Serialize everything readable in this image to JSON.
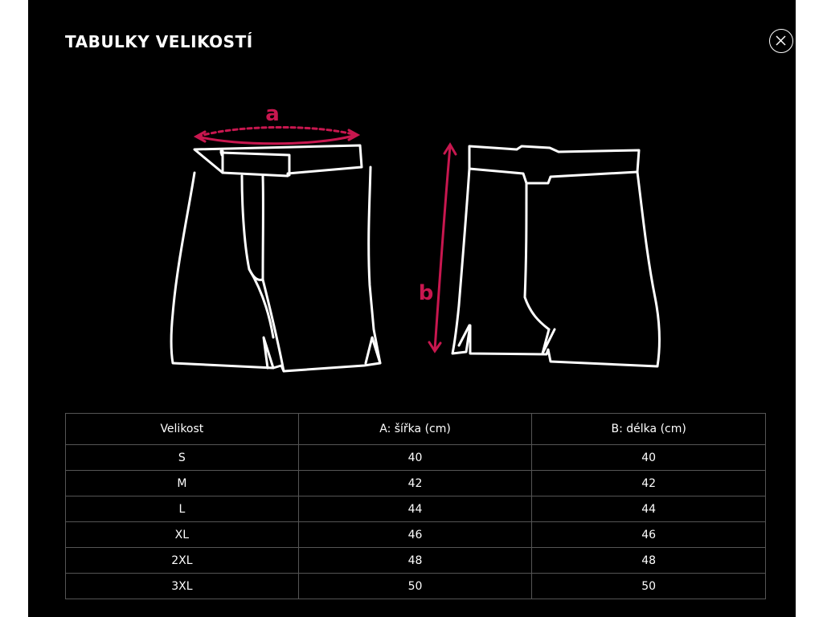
{
  "modal": {
    "title": "TABULKY VELIKOSTÍ",
    "close_icon": "close-icon"
  },
  "illustration": {
    "label_a": "a",
    "label_b": "b",
    "accent_color": "#c8174f",
    "outline_color": "#ffffff"
  },
  "table": {
    "headers": [
      "Velikost",
      "A: šířka (cm)",
      "B: délka (cm)"
    ],
    "rows": [
      [
        "S",
        "40",
        "40"
      ],
      [
        "M",
        "42",
        "42"
      ],
      [
        "L",
        "44",
        "44"
      ],
      [
        "XL",
        "46",
        "46"
      ],
      [
        "2XL",
        "48",
        "48"
      ],
      [
        "3XL",
        "50",
        "50"
      ]
    ]
  }
}
